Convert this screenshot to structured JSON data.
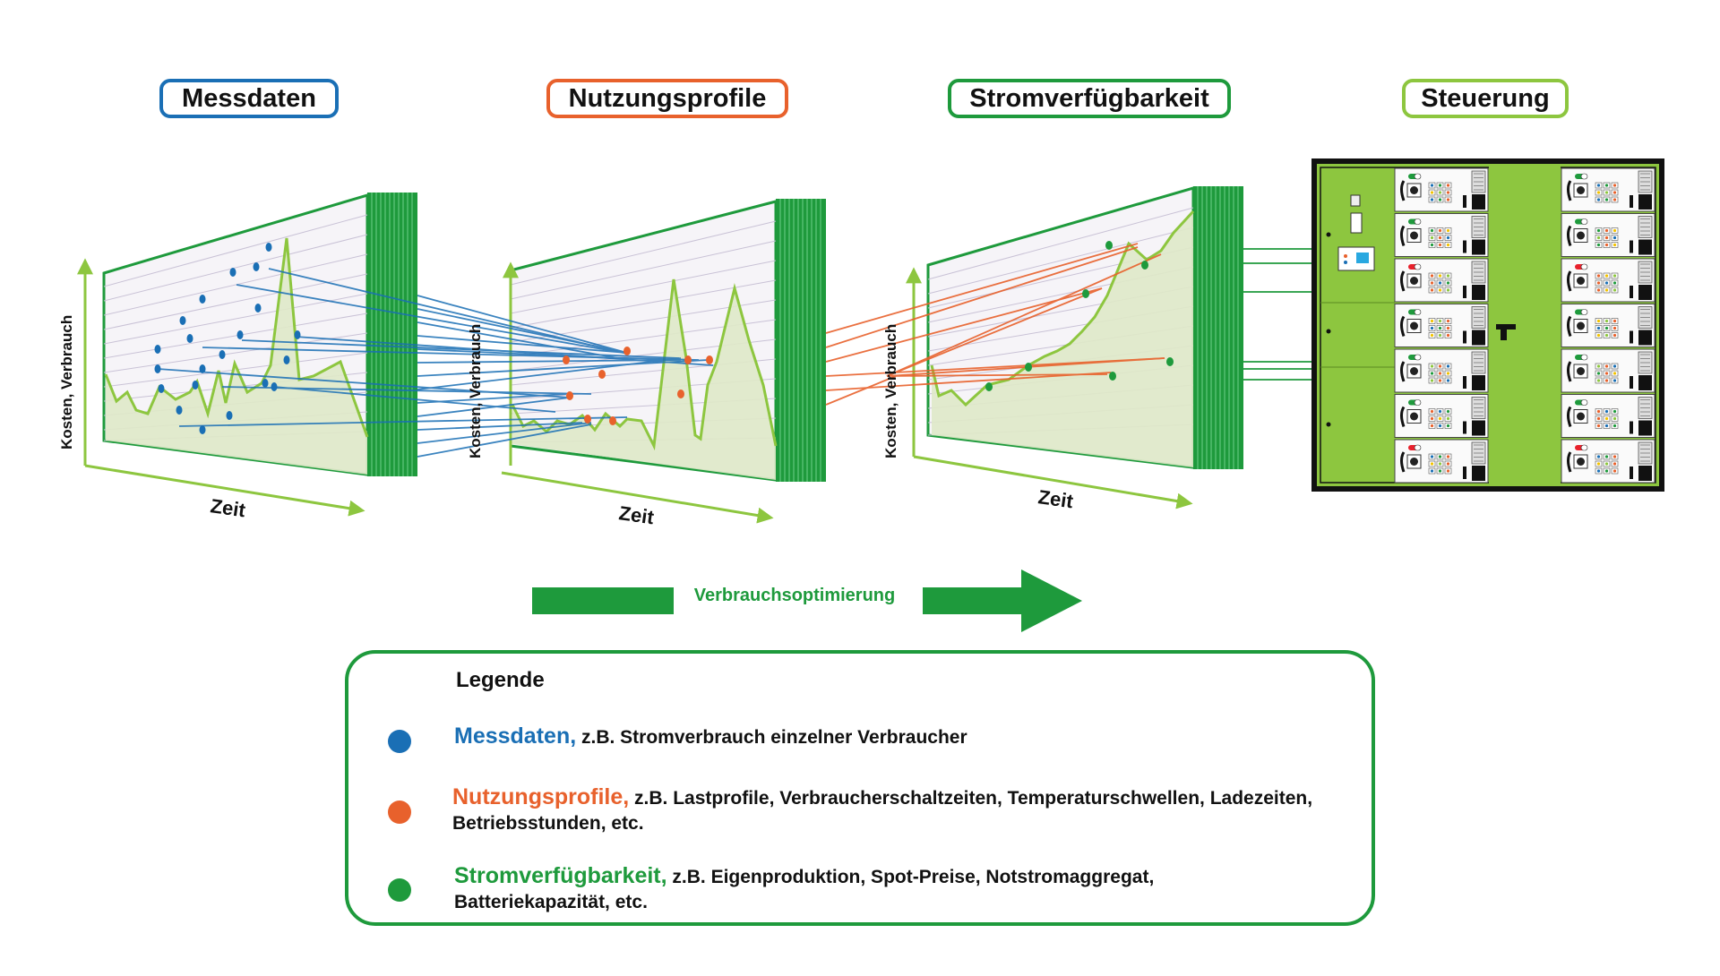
{
  "titles": {
    "messdaten": "Messdaten",
    "nutzungsprofile": "Nutzungsprofile",
    "stromverfuegbarkeit": "Stromverfügbarkeit",
    "steuerung": "Steuerung"
  },
  "colors": {
    "blue": "#1a6fb5",
    "orange": "#e8612c",
    "green": "#1e9a3c",
    "lime": "#8dc63f",
    "panel_green": "#8dc63f"
  },
  "axes": {
    "y_label": "Kosten, Verbrauch",
    "x_label": "Zeit"
  },
  "arrow": {
    "label": "Verbrauchsoptimierung"
  },
  "legend": {
    "title": "Legende",
    "items": [
      {
        "key": "Messdaten,",
        "text": " z.B. Stromverbrauch einzelner Verbraucher",
        "color": "#1a6fb5"
      },
      {
        "key": "Nutzungsprofile,",
        "text": " z.B. Lastprofile, Verbraucherschaltzeiten, Temperaturschwellen, Ladezeiten, Betriebsstunden, etc.",
        "color": "#e8612c"
      },
      {
        "key": "Stromverfügbarkeit,",
        "text": " z.B. Eigenproduktion, Spot-Preise, Notstromaggregat, Batteriekapazität, etc.",
        "color": "#1e9a3c"
      }
    ]
  }
}
